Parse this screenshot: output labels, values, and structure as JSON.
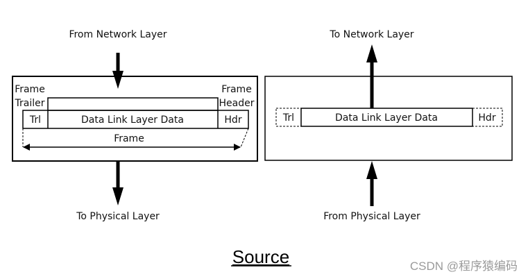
{
  "sending": {
    "from_label": "From Network Layer",
    "to_label": "To Physical Layer",
    "trailer_label_line1": "Frame",
    "trailer_label_line2": "Trailer",
    "header_label_line1": "Frame",
    "header_label_line2": "Header",
    "trl": "Trl",
    "data": "Data Link Layer Data",
    "hdr": "Hdr",
    "frame": "Frame"
  },
  "receiving": {
    "to_label": "To Network Layer",
    "from_label": "From Physical Layer",
    "trl": "Trl",
    "data": "Data Link Layer Data",
    "hdr": "Hdr"
  },
  "caption": "Source",
  "watermark": "CSDN @程序猿编码"
}
